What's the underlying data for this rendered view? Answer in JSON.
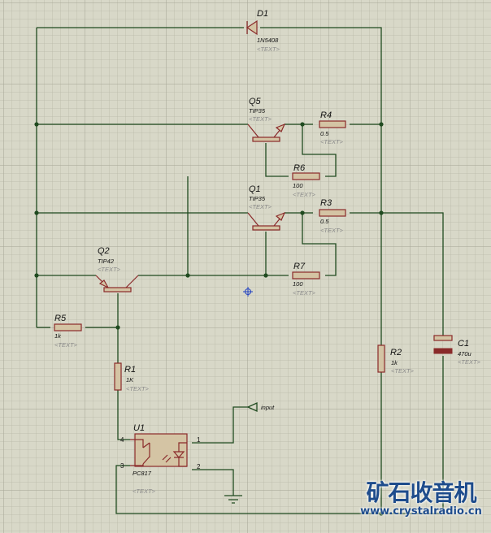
{
  "components": {
    "D1": {
      "ref": "D1",
      "value": "1N5408",
      "text": "<TEXT>"
    },
    "Q5": {
      "ref": "Q5",
      "value": "TIP35",
      "text": "<TEXT>"
    },
    "R4": {
      "ref": "R4",
      "value": "0.5",
      "text": "<TEXT>"
    },
    "R6": {
      "ref": "R6",
      "value": "100",
      "text": "<TEXT>"
    },
    "Q1": {
      "ref": "Q1",
      "value": "TIP35",
      "text": "<TEXT>"
    },
    "R3": {
      "ref": "R3",
      "value": "0.5",
      "text": "<TEXT>"
    },
    "Q2": {
      "ref": "Q2",
      "value": "TIP42",
      "text": "<TEXT>"
    },
    "R7": {
      "ref": "R7",
      "value": "100",
      "text": "<TEXT>"
    },
    "R5": {
      "ref": "R5",
      "value": "1k",
      "text": "<TEXT>"
    },
    "R1": {
      "ref": "R1",
      "value": "1K",
      "text": "<TEXT>"
    },
    "R2": {
      "ref": "R2",
      "value": "1k",
      "text": "<TEXT>"
    },
    "C1": {
      "ref": "C1",
      "value": "470u",
      "text": "<TEXT>"
    },
    "U1": {
      "ref": "U1",
      "value": "PC817",
      "text": "<TEXT>",
      "pins": [
        "1",
        "2",
        "3",
        "4"
      ]
    }
  },
  "terminal": {
    "label": "input"
  },
  "watermark": {
    "title": "矿石收音机",
    "url": "www.crystalradio.cn"
  },
  "colors": {
    "wire": "#1f4a1f",
    "background": "#d8d8c8",
    "component": "#d4c4a4",
    "logo": "#1e4c8c"
  }
}
